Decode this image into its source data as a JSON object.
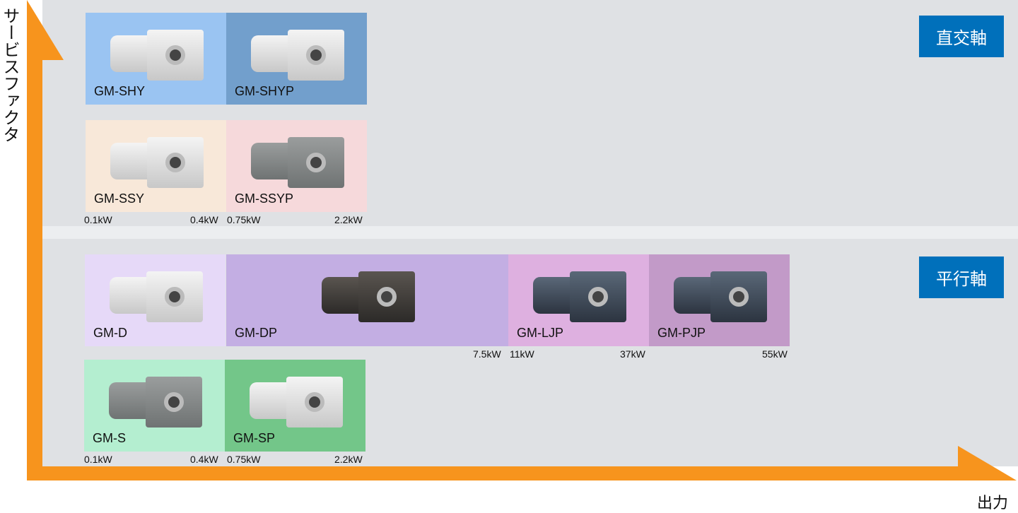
{
  "axes": {
    "y_label": "サービスファクタ",
    "x_label": "出力",
    "accent": "#f7941d"
  },
  "sections": [
    {
      "badge": "直交軸",
      "rows": [
        {
          "cells": [
            {
              "name": "GM-SHY",
              "color": "#9ac4f2"
            },
            {
              "name": "GM-SHYP",
              "color": "#729fcc"
            }
          ]
        },
        {
          "cells": [
            {
              "name": "GM-SSY",
              "color": "#f8e8d9"
            },
            {
              "name": "GM-SSYP",
              "color": "#f6d9db"
            }
          ],
          "kw": [
            "0.1kW",
            "0.4kW",
            "0.75kW",
            "2.2kW"
          ]
        }
      ]
    },
    {
      "badge": "平行軸",
      "rows": [
        {
          "cells": [
            {
              "name": "GM-D",
              "color": "#e6d9f8"
            },
            {
              "name": "GM-DP",
              "color": "#c3aee3"
            },
            {
              "name": "GM-LJP",
              "color": "#deb0e0"
            },
            {
              "name": "GM-PJP",
              "color": "#c29ac8"
            }
          ],
          "kw": [
            "7.5kW",
            "11kW",
            "37kW",
            "55kW"
          ]
        },
        {
          "cells": [
            {
              "name": "GM-S",
              "color": "#b4eed0"
            },
            {
              "name": "GM-SP",
              "color": "#73c689"
            }
          ],
          "kw": [
            "0.1kW",
            "0.4kW",
            "0.75kW",
            "2.2kW"
          ]
        }
      ]
    }
  ],
  "badge_color": "#0070bb"
}
